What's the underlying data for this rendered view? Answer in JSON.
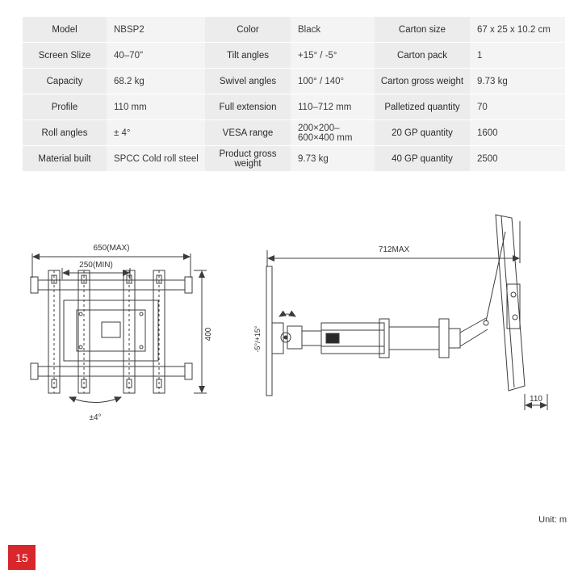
{
  "page": {
    "page_number": "15",
    "unit_label": "Unit: m",
    "accent_color": "#d8262b"
  },
  "spec_table": {
    "columns": [
      {
        "rows": [
          {
            "label": "Model",
            "value": "NBSP2"
          },
          {
            "label": "Screen Slize",
            "value": "40–70\""
          },
          {
            "label": "Capacity",
            "value": "68.2 kg"
          },
          {
            "label": "Profile",
            "value": "110 mm"
          },
          {
            "label": "Roll angles",
            "value": "± 4°"
          },
          {
            "label": "Material built",
            "value": "SPCC Cold roll steel"
          }
        ]
      },
      {
        "rows": [
          {
            "label": "Color",
            "value": "Black"
          },
          {
            "label": "Tilt angles",
            "value": "+15° / -5°"
          },
          {
            "label": "Swivel angles",
            "value": "100° / 140°"
          },
          {
            "label": "Full extension",
            "value": "110–712 mm"
          },
          {
            "label": "VESA range",
            "value": "200×200–600×400 mm"
          },
          {
            "label": "Product gross weight",
            "value": "9.73 kg"
          }
        ]
      },
      {
        "rows": [
          {
            "label": "Carton size",
            "value": "67 x 25 x 10.2 cm"
          },
          {
            "label": "Carton pack",
            "value": "1"
          },
          {
            "label": "Carton gross weight",
            "value": "9.73 kg"
          },
          {
            "label": "Palletized quantity",
            "value": "70"
          },
          {
            "label": "20 GP quantity",
            "value": "1600"
          },
          {
            "label": "40 GP quantity",
            "value": "2500"
          }
        ]
      }
    ]
  },
  "diagrams": {
    "front_view": {
      "dim_width_max": "650(MAX)",
      "dim_width_min": "250(MIN)",
      "dim_height": "400",
      "dim_roll": "±4°"
    },
    "side_view": {
      "dim_extension": "712MAX",
      "dim_tilt": "-5°/+15°",
      "dim_profile": "110"
    }
  }
}
